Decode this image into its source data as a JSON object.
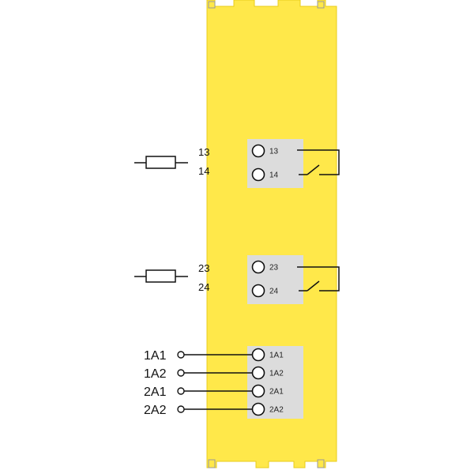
{
  "colors": {
    "housing": "#ffe84a",
    "housing_edge": "#e8cc1a",
    "panel": "#dcdcdc",
    "line": "#111111"
  },
  "contact_13_14": {
    "terminal_top": "13",
    "terminal_bottom": "14",
    "side_top": "13",
    "side_bottom": "14"
  },
  "contact_23_24": {
    "terminal_top": "23",
    "terminal_bottom": "24",
    "side_top": "23",
    "side_bottom": "24"
  },
  "supply": {
    "terminals": [
      "1A1",
      "1A2",
      "2A1",
      "2A2"
    ],
    "side_labels": [
      "1A1",
      "1A2",
      "2A1",
      "2A2"
    ]
  }
}
